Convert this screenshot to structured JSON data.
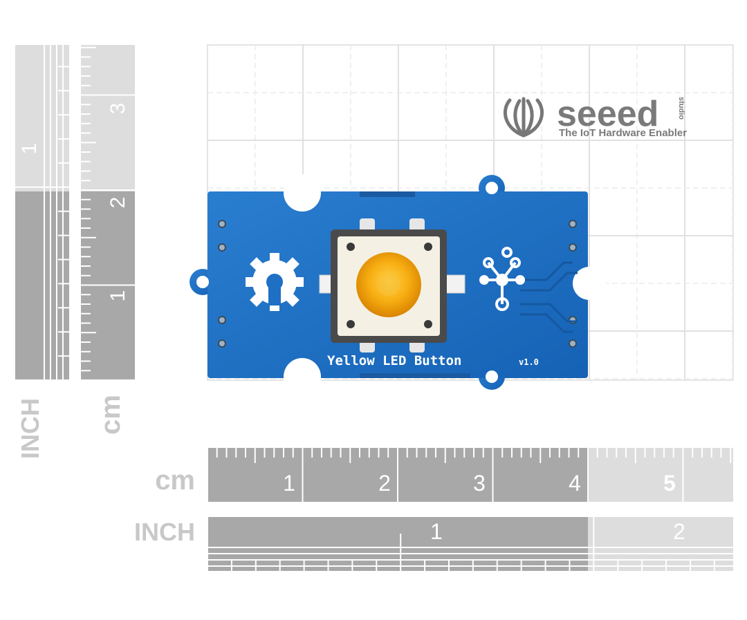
{
  "scale": {
    "left_inch_label": "INCH",
    "left_cm_label": "cm",
    "bottom_cm_label": "cm",
    "bottom_inch_label": "INCH",
    "left_inch_numbers": [
      "1"
    ],
    "left_cm_numbers": [
      "3",
      "2",
      "1"
    ],
    "bottom_cm_numbers": [
      "1",
      "2",
      "3",
      "4",
      "5"
    ],
    "bottom_inch_numbers": [
      "1",
      "2"
    ]
  },
  "logo": {
    "brand": "seeed",
    "sub": "studio",
    "tagline": "The IoT Hardware Enabler"
  },
  "board": {
    "silkscreen_name": "Yellow LED Button",
    "version": "v1.0",
    "led_color": "yellow"
  },
  "colors": {
    "pcb": "#1f6fc4",
    "ruler_dark": "#a8a8a8",
    "ruler_light": "#dddddd",
    "grid": "#e6e6e6",
    "led": "#f5a800"
  }
}
